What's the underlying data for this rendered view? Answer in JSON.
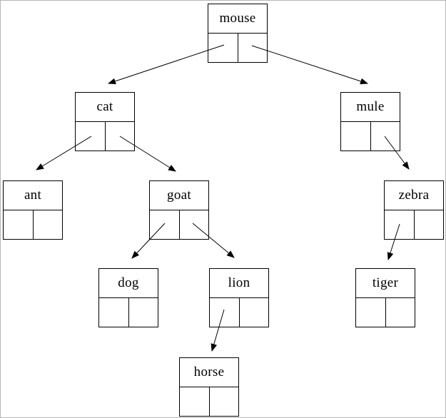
{
  "figure": {
    "type": "binary-tree-linked-node-diagram",
    "colors": {
      "background": "#ffffff",
      "line": "#000000",
      "frame_border": "#b5b5b5"
    }
  },
  "nodes": [
    {
      "id": "mouse",
      "label": "mouse",
      "left_child": "cat",
      "right_child": "mule"
    },
    {
      "id": "cat",
      "label": "cat",
      "left_child": "ant",
      "right_child": "goat"
    },
    {
      "id": "mule",
      "label": "mule",
      "left_child": null,
      "right_child": "zebra"
    },
    {
      "id": "ant",
      "label": "ant",
      "left_child": null,
      "right_child": null
    },
    {
      "id": "goat",
      "label": "goat",
      "left_child": "dog",
      "right_child": "lion"
    },
    {
      "id": "zebra",
      "label": "zebra",
      "left_child": "tiger",
      "right_child": null
    },
    {
      "id": "dog",
      "label": "dog",
      "left_child": null,
      "right_child": null
    },
    {
      "id": "lion",
      "label": "lion",
      "left_child": "horse",
      "right_child": null
    },
    {
      "id": "tiger",
      "label": "tiger",
      "left_child": null,
      "right_child": null
    },
    {
      "id": "horse",
      "label": "horse",
      "left_child": null,
      "right_child": null
    }
  ],
  "edges": [
    {
      "from": "mouse",
      "pointer": "left",
      "to": "cat"
    },
    {
      "from": "mouse",
      "pointer": "right",
      "to": "mule"
    },
    {
      "from": "cat",
      "pointer": "left",
      "to": "ant"
    },
    {
      "from": "cat",
      "pointer": "right",
      "to": "goat"
    },
    {
      "from": "goat",
      "pointer": "left",
      "to": "dog"
    },
    {
      "from": "goat",
      "pointer": "right",
      "to": "lion"
    },
    {
      "from": "lion",
      "pointer": "left",
      "to": "horse"
    },
    {
      "from": "mule",
      "pointer": "right",
      "to": "zebra"
    },
    {
      "from": "zebra",
      "pointer": "left",
      "to": "tiger"
    }
  ]
}
